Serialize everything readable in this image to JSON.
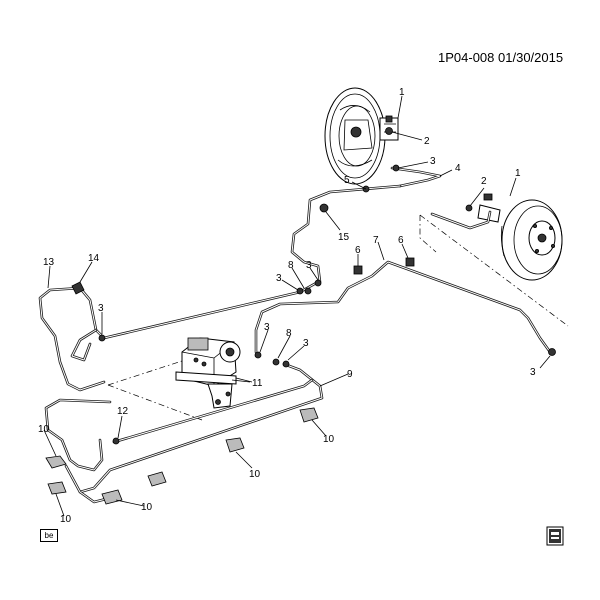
{
  "ref": {
    "code": "1P04-008",
    "date": "01/30/2015"
  },
  "callouts": {
    "c1a": "1",
    "c2a": "2",
    "c3a": "3",
    "c4": "4",
    "c5": "5",
    "c15": "15",
    "c1b": "1",
    "c2b": "2",
    "c7": "7",
    "c6a": "6",
    "c6b": "6",
    "c13": "13",
    "c14": "14",
    "c3b": "3",
    "c3c": "3",
    "c8a": "8",
    "c3d": "3",
    "c3e": "3",
    "c8b": "8",
    "c3f": "3",
    "c9": "9",
    "c11": "11",
    "c3g": "3",
    "c12": "12",
    "c10a": "10",
    "c10b": "10",
    "c10c": "10",
    "c10d": "10",
    "c10e": "10"
  },
  "badge_bottom_left": "be",
  "badge_bottom_right_icon": "book-icon"
}
